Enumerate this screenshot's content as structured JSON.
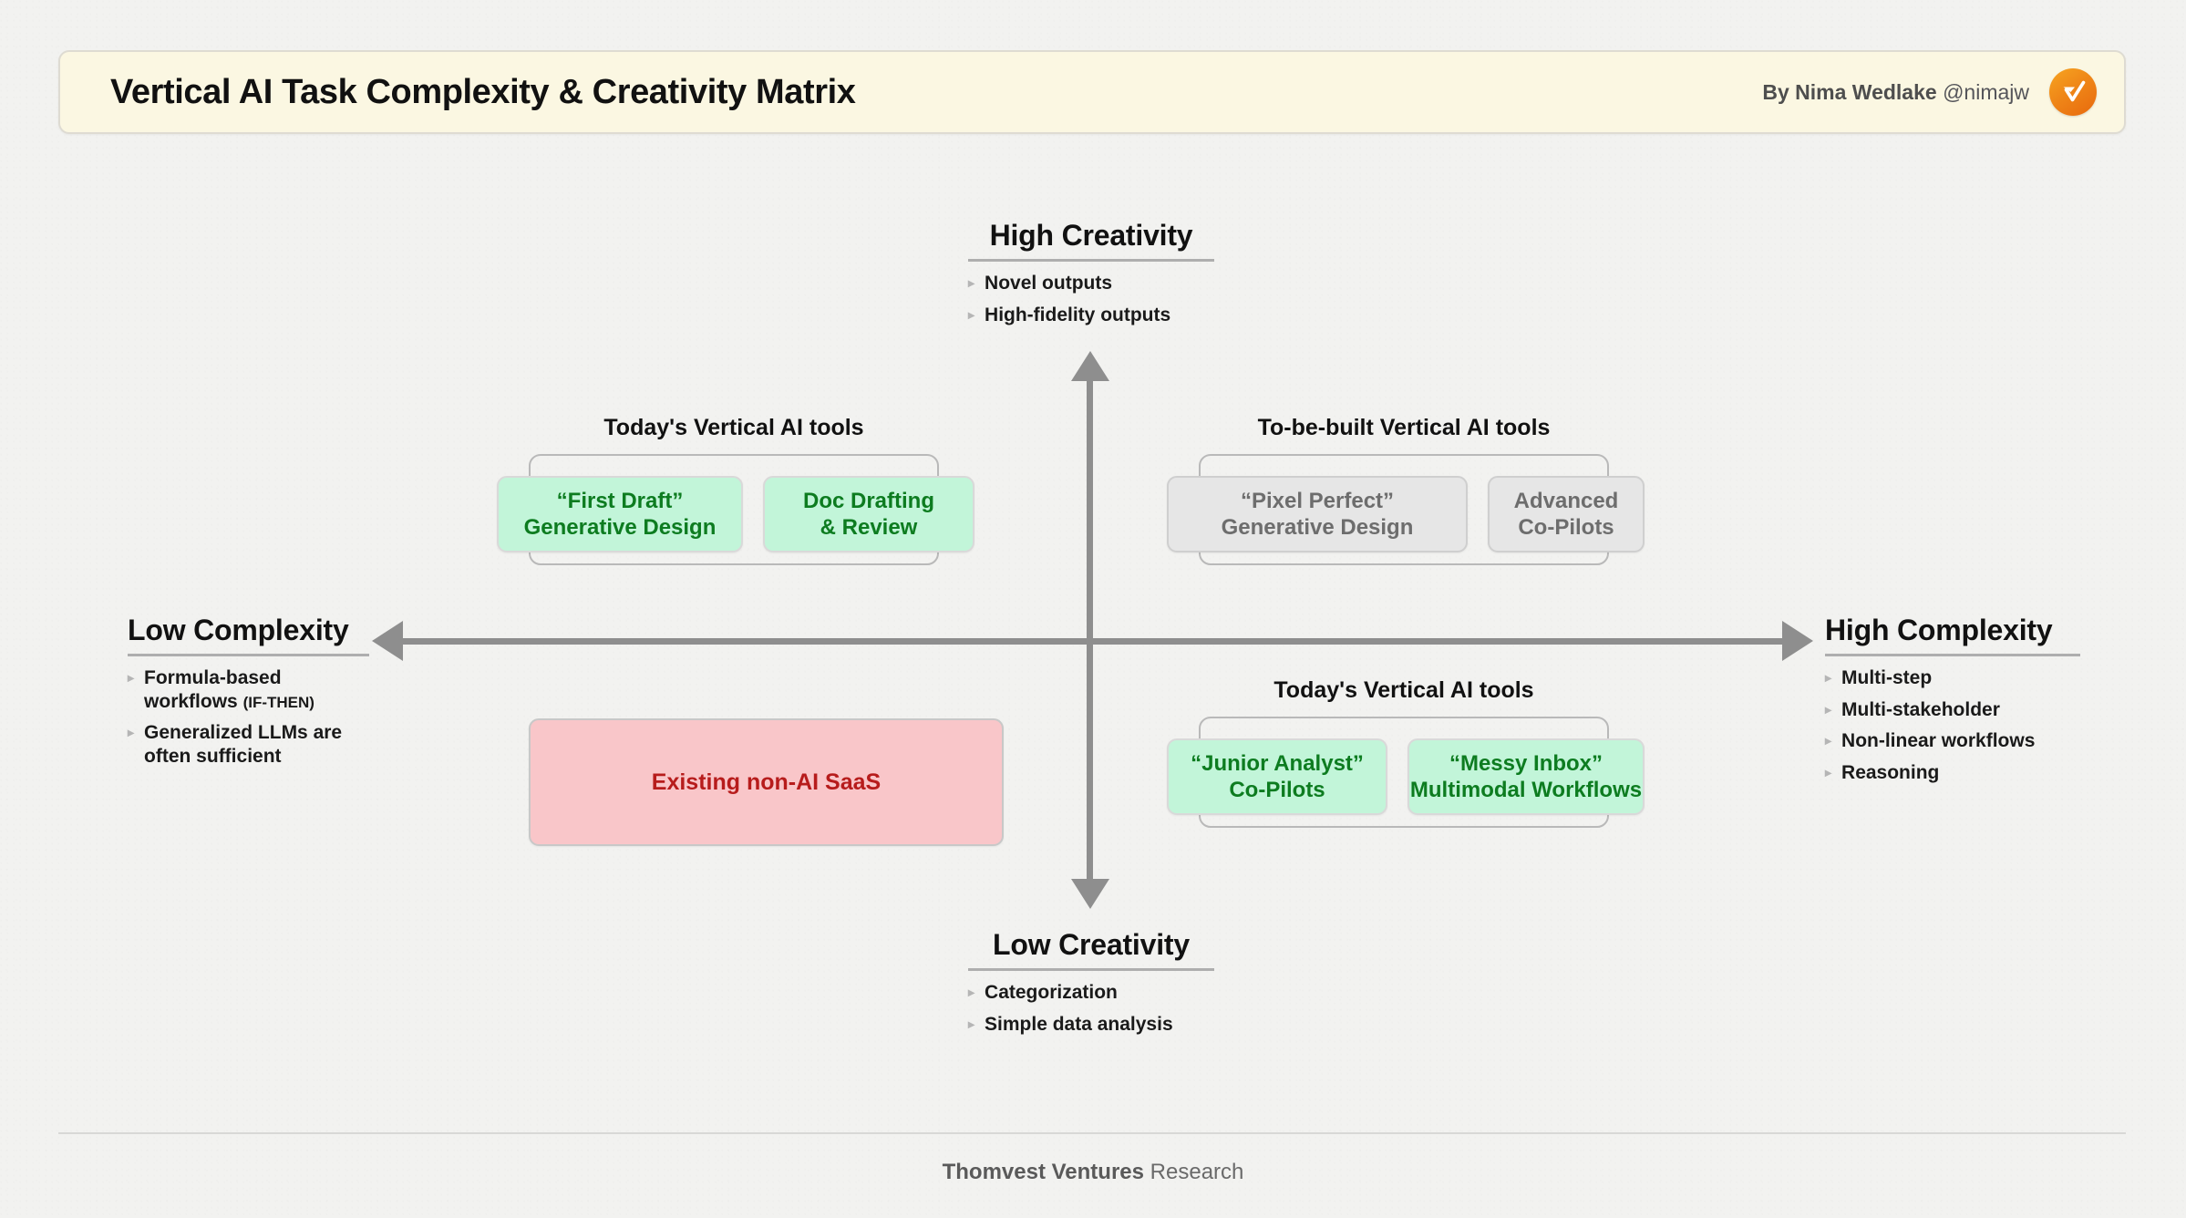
{
  "header": {
    "title": "Vertical AI Task Complexity & Creativity Matrix",
    "byline_author": "By Nima Wedlake",
    "byline_handle": "@nimajw",
    "logo_icon": "thomvest-checkmark-logo",
    "bg_color": "#fbf7e2",
    "logo_color": "#ef8718"
  },
  "axes": {
    "vertical_top": {
      "title": "High Creativity",
      "bullets": [
        "Novel outputs",
        "High-fidelity outputs"
      ]
    },
    "vertical_bottom": {
      "title": "Low Creativity",
      "bullets": [
        "Categorization",
        "Simple data analysis"
      ]
    },
    "horizontal_left": {
      "title": "Low Complexity",
      "bullets": [
        {
          "text": "Formula-based workflows ",
          "note": "(IF-THEN)"
        },
        {
          "text": "Generalized LLMs are often sufficient",
          "note": ""
        }
      ]
    },
    "horizontal_right": {
      "title": "High Complexity",
      "bullets": [
        "Multi-step",
        "Multi-stakeholder",
        "Non-linear workflows",
        "Reasoning"
      ]
    },
    "line_color": "#8e8e8e"
  },
  "quadrants": {
    "top_left": {
      "label": "Today's Vertical AI tools",
      "cards": [
        {
          "line1": "“First Draft”",
          "line2": "Generative Design",
          "style": "green"
        },
        {
          "line1": "Doc Drafting",
          "line2": "& Review",
          "style": "green"
        }
      ]
    },
    "top_right": {
      "label": "To-be-built Vertical AI tools",
      "cards": [
        {
          "line1": "“Pixel Perfect”",
          "line2": "Generative Design",
          "style": "grey"
        },
        {
          "line1": "Advanced",
          "line2": "Co-Pilots",
          "style": "grey"
        }
      ]
    },
    "bottom_left": {
      "card": {
        "label": "Existing non-AI SaaS",
        "style": "pink",
        "bg": "#f9c6c9",
        "fg": "#b71c1c"
      }
    },
    "bottom_right": {
      "label": "Today's Vertical AI tools",
      "cards": [
        {
          "line1": "“Junior Analyst”",
          "line2": "Co-Pilots",
          "style": "green"
        },
        {
          "line1": "“Messy Inbox”",
          "line2": "Multimodal Workflows",
          "style": "green"
        }
      ]
    },
    "green_bg": "#c2f5d9",
    "green_fg": "#0d7c20",
    "grey_bg": "#e6e6e6",
    "grey_fg": "#6d6d6d"
  },
  "footer": {
    "brand": "Thomvest Ventures",
    "suffix": " Research"
  },
  "bullet_marker": "▸"
}
